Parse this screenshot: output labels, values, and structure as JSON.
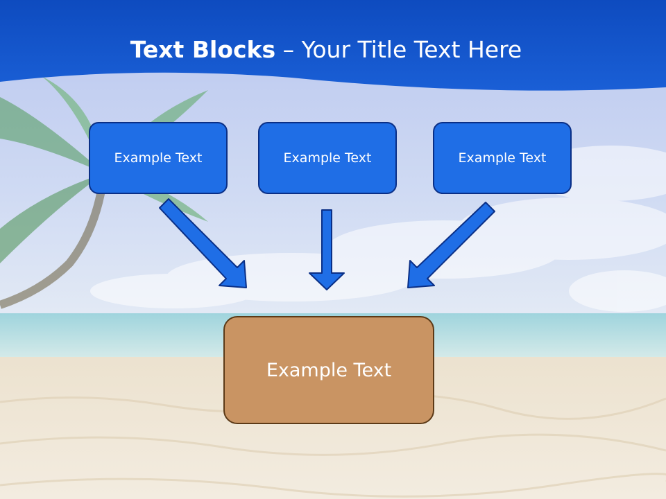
{
  "title": {
    "bold": "Text Blocks",
    "rest": " – Your Title Text Here"
  },
  "boxes": {
    "top_left": "Example Text",
    "top_center": "Example Text",
    "top_right": "Example Text",
    "bottom": "Example Text"
  },
  "colors": {
    "header": "#0f4fc4",
    "box_blue": "#1f6ee6",
    "box_brown": "#c99463",
    "arrow": "#1f6ee6"
  }
}
